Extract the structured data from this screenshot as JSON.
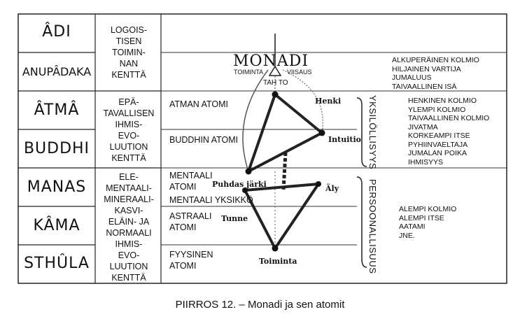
{
  "planes": [
    "ÂDI",
    "ANUPÂDAKA",
    "ÂTMÂ",
    "BUDDHI",
    "MANAS",
    "KÂMA",
    "STHÛLA"
  ],
  "col2": {
    "logoic": [
      "LOGOIS-",
      "TISEN",
      "TOIMIN-",
      "NAN",
      "KENTTÄ"
    ],
    "epa": [
      "EPÄ-",
      "TAVALLISEN",
      "IHMIS-",
      "EVO-",
      "LUUTION",
      "KENTTÄ"
    ],
    "ele": [
      "ELE-",
      "MENTAALI-",
      "MINERAALI-",
      "KASVI-",
      "ELÄIN- JA",
      "NORMAALI",
      "IHMIS-",
      "EVO-",
      "LUUTION",
      "KENTTÄ"
    ]
  },
  "col3": {
    "atman": "ATMAN ATOMI",
    "buddhi": "BUDDHIN ATOMI",
    "mentaali": [
      "MENTAALI",
      "ATOMI"
    ],
    "yksikko": "MENTAALI YKSIKKÖ",
    "astraali": [
      "ASTRAALI",
      "ATOMI"
    ],
    "fyysinen": [
      "FYYSINEN",
      "ATOMI"
    ]
  },
  "monad": {
    "title": "MONADI",
    "left": "TOIMINTA",
    "right": "VIISAUS",
    "tahto": "TAH TO"
  },
  "points": {
    "henki": "Henki",
    "intuitio": "Intuitio",
    "puhdas": "Puhdas järki",
    "aly": "Äly",
    "tunne": "Tunne",
    "toiminta": "Toiminta"
  },
  "brackets": {
    "upper": "YKSILÖLLISYYS",
    "lower": "PERSOONALLISUUS"
  },
  "col5": {
    "top": [
      "ALKUPERÄINEN KOLMIO",
      "HILJAINEN VARTIJA",
      "JUMALUUS",
      "TAIVAALLINEN ISÄ"
    ],
    "middle": [
      "HENKINEN KOLMIO",
      "YLEMPI KOLMIO",
      "TAIVAALLINEN KOLMIO",
      "JIVATMA",
      "KORKEAMPI ITSE",
      "PYHIINVAELTAJA",
      "JUMALAN POIKA",
      "IHMISYYS"
    ],
    "bottom": [
      "ALEMPI KOLMIO",
      "ALEMPI ITSE",
      "AATAMI",
      "JNE."
    ]
  },
  "caption": "PIIRROS 12. – Monadi ja sen atomit"
}
